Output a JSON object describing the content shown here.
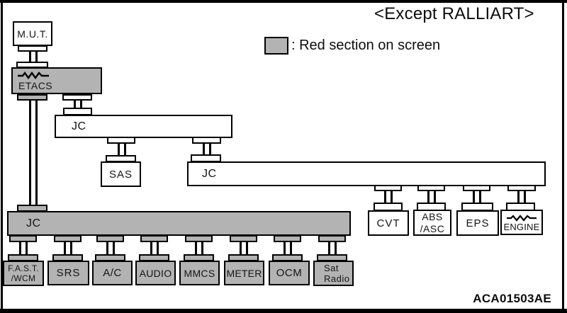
{
  "header": {
    "title": "<Except RALLIART>"
  },
  "legend": {
    "label": ": Red section on screen",
    "swatch_color": "#b3b3b3"
  },
  "footer": {
    "figure_code": "ACA01503AE"
  },
  "colors": {
    "highlight_gray": "#b3b3b3",
    "line": "#000000",
    "background": "#ffffff"
  },
  "nodes": {
    "mut": {
      "label": "M.U.T."
    },
    "etacs": {
      "label": "ETACS"
    },
    "jc_upper": {
      "label": "JC"
    },
    "sas": {
      "label": "SAS"
    },
    "jc_middle": {
      "label": "JC"
    },
    "cvt": {
      "label": "CVT"
    },
    "abs_asc": {
      "line1": "ABS",
      "line2": "/ASC"
    },
    "eps": {
      "label": "EPS"
    },
    "engine": {
      "label": "ENGINE"
    },
    "jc_lower": {
      "label": "JC"
    },
    "fast_wcm": {
      "line1": "F.A.S.T.",
      "line2": "/WCM"
    },
    "srs": {
      "label": "SRS"
    },
    "ac": {
      "label": "A/C"
    },
    "audio": {
      "label": "AUDIO"
    },
    "mmcs": {
      "label": "MMCS"
    },
    "meter": {
      "label": "METER"
    },
    "ocm": {
      "label": "OCM"
    },
    "sat_radio": {
      "line1": "Sat",
      "line2": "Radio"
    }
  }
}
